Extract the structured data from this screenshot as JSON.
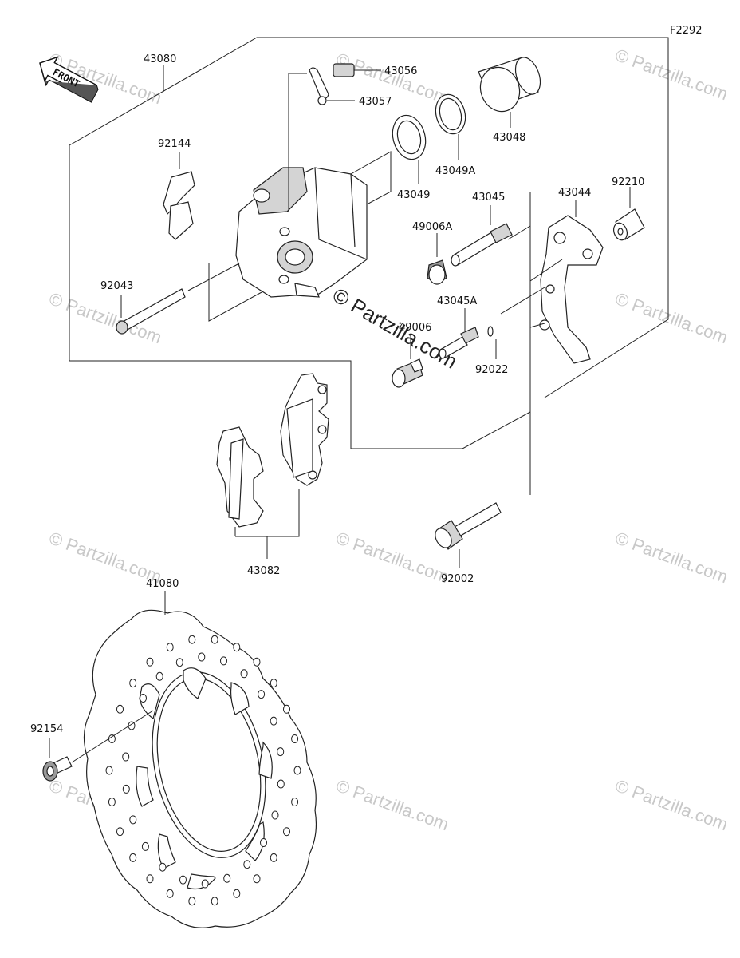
{
  "figure_code": "F2292",
  "front_label": "FRONT",
  "watermarks": {
    "small": "© Partzilla.com",
    "center": "© Partzilla.com"
  },
  "parts": {
    "p43080": "43080",
    "p43056": "43056",
    "p43057": "43057",
    "p43048": "43048",
    "p43049A": "43049A",
    "p92144": "92144",
    "p43049": "43049",
    "p43045": "43045",
    "p43044": "43044",
    "p92210": "92210",
    "p49006A": "49006A",
    "p92043": "92043",
    "p43045A": "43045A",
    "p49006": "49006",
    "p92022": "92022",
    "p43082": "43082",
    "p92002": "92002",
    "p41080": "41080",
    "p92154": "92154"
  }
}
